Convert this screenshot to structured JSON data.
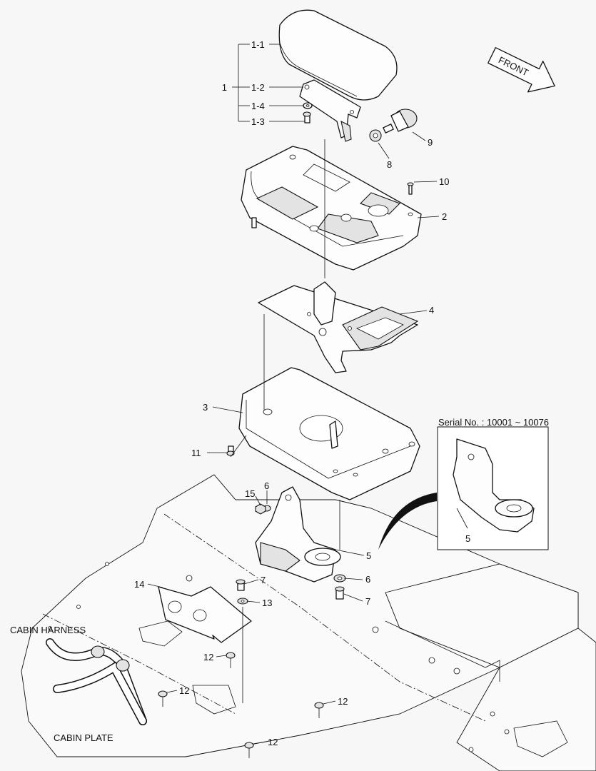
{
  "labels": {
    "p1": "1",
    "p1_1": "1-1",
    "p1_2": "1-2",
    "p1_3": "1-3",
    "p1_4": "1-4",
    "p2": "2",
    "p3": "3",
    "p4": "4",
    "p5_main": "5",
    "p5_inset": "5",
    "p6_top": "6",
    "p6_bottom": "6",
    "p7_top": "7",
    "p7_bottom": "7",
    "p8": "8",
    "p9": "9",
    "p10": "10",
    "p11": "11",
    "p12_a": "12",
    "p12_b": "12",
    "p12_c": "12",
    "p12_d": "12",
    "p13": "13",
    "p14": "14",
    "p15": "15"
  },
  "front_arrow": "FRONT",
  "inset_title": "Serial No. : 10001 ~ 10076",
  "cabin_harness": "CABIN HARNESS",
  "cabin_plate": "CABIN PLATE"
}
